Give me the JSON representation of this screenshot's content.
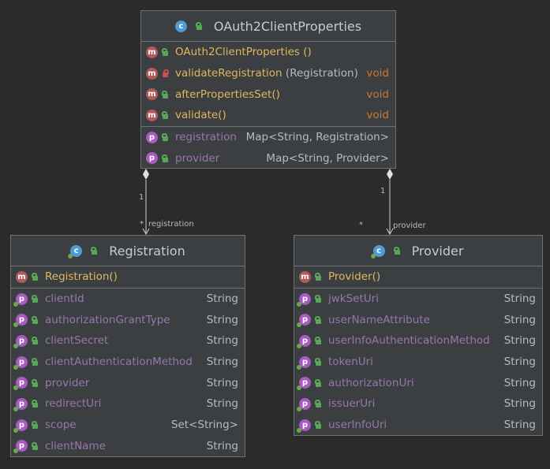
{
  "classes": {
    "oauth": {
      "title": "OAuth2ClientProperties",
      "methods": [
        {
          "name": "OAuth2ClientProperties ()",
          "type": "",
          "vis": "public"
        },
        {
          "name": "validateRegistration",
          "param": "(Registration)",
          "type": "void",
          "vis": "private"
        },
        {
          "name": "afterPropertiesSet()",
          "type": "void",
          "vis": "public"
        },
        {
          "name": "validate()",
          "type": "void",
          "vis": "public"
        }
      ],
      "props": [
        {
          "name": "registration",
          "type": "Map<String, Registration>"
        },
        {
          "name": "provider",
          "type": "Map<String, Provider>"
        }
      ]
    },
    "registration": {
      "title": "Registration",
      "methods": [
        {
          "name": "Registration()"
        }
      ],
      "props": [
        {
          "name": "clientId",
          "type": "String"
        },
        {
          "name": "authorizationGrantType",
          "type": "String"
        },
        {
          "name": "clientSecret",
          "type": "String"
        },
        {
          "name": "clientAuthenticationMethod",
          "type": "String"
        },
        {
          "name": "provider",
          "type": "String"
        },
        {
          "name": "redirectUri",
          "type": "String"
        },
        {
          "name": "scope",
          "type": "Set<String>"
        },
        {
          "name": "clientName",
          "type": "String"
        }
      ]
    },
    "provider": {
      "title": "Provider",
      "methods": [
        {
          "name": "Provider()"
        }
      ],
      "props": [
        {
          "name": "jwkSetUri",
          "type": "String"
        },
        {
          "name": "userNameAttribute",
          "type": "String"
        },
        {
          "name": "userInfoAuthenticationMethod",
          "type": "String"
        },
        {
          "name": "tokenUri",
          "type": "String"
        },
        {
          "name": "authorizationUri",
          "type": "String"
        },
        {
          "name": "issuerUri",
          "type": "String"
        },
        {
          "name": "userInfoUri",
          "type": "String"
        }
      ]
    }
  },
  "edges": {
    "registration": {
      "source_mult": "1",
      "target_mult": "*",
      "role": "registration"
    },
    "provider": {
      "source_mult": "1",
      "target_mult": "*",
      "role": "provider"
    }
  },
  "badges": {
    "class": "c",
    "method": "m",
    "property": "p"
  }
}
